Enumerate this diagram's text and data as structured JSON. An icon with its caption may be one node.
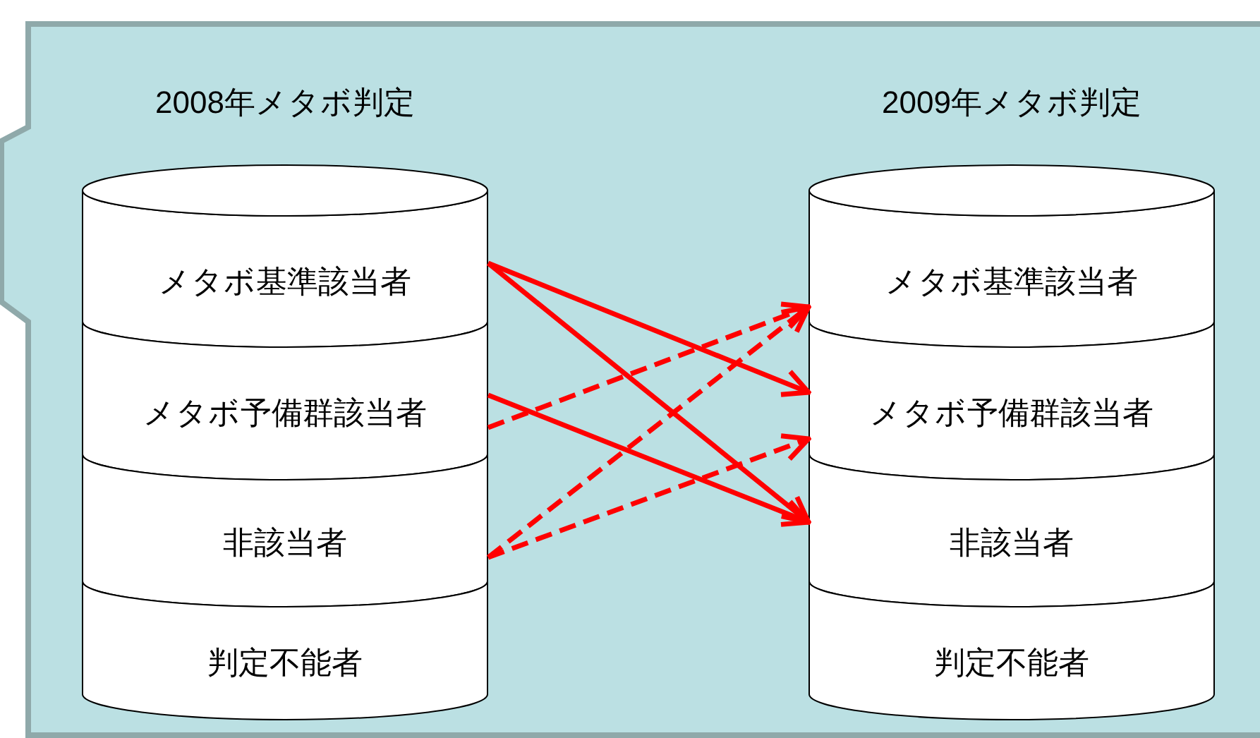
{
  "diagram": {
    "nodes": [
      {
        "text": [
          "2008年メタボ判定"
        ]
      },
      {
        "text": [
          "メタボ基準該当者"
        ],
        "in": 0
      },
      {
        "text": [
          "メタボ予備群該当者"
        ],
        "in": 0
      },
      {
        "text": [
          "非該当者"
        ],
        "in": 0
      },
      {
        "text": [
          "判定不能者"
        ],
        "in": 0
      },
      {
        "text": [
          "2009年メタボ判定"
        ]
      },
      {
        "text": [
          "メタボ基準該当者"
        ],
        "in": 5
      },
      {
        "text": [
          "メタボ予備群該当者"
        ],
        "in": 5
      },
      {
        "text": [
          "非該当者"
        ],
        "in": 5
      },
      {
        "text": [
          "判定不能者"
        ],
        "in": 5
      }
    ],
    "edges": [
      {
        "from": 1,
        "to": 7,
        "arrow": "to"
      },
      {
        "from": 1,
        "to": 8,
        "arrow": "to"
      },
      {
        "from": 2,
        "to": 8,
        "arrow": "to"
      },
      {
        "from": 2,
        "to": 6,
        "arrow": "to",
        "style": "dashed"
      },
      {
        "from": 3,
        "to": 6,
        "arrow": "to",
        "style": "dashed"
      },
      {
        "from": 3,
        "to": 7,
        "arrow": "to",
        "style": "dashed"
      }
    ]
  }
}
